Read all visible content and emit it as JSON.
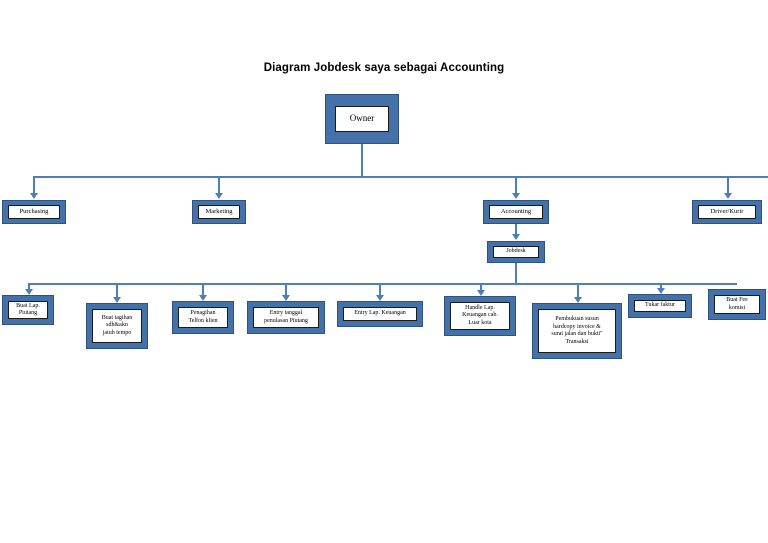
{
  "title": "Diagram Jobdesk saya sebagai Accounting",
  "colors": {
    "node_fill": "#4472a8",
    "node_inner": "#ffffff",
    "connector": "#4d7ebb",
    "text": "#000000",
    "background": "#ffffff"
  },
  "root": {
    "label": "Owner"
  },
  "departments": [
    {
      "label": "Purchasing"
    },
    {
      "label": "Marketing"
    },
    {
      "label": "Accounting"
    },
    {
      "label": "Driver/Kurir"
    }
  ],
  "subnode": {
    "label": "Jobdesk"
  },
  "tasks": [
    {
      "label": "Buat Lap.\nPiutang"
    },
    {
      "label": "Buat tagihan\nsdh&akn\njatuh tempo"
    },
    {
      "label": "Penagihan\nTelfon klien"
    },
    {
      "label": "Entry tanggal\npenulasan Piutang"
    },
    {
      "label": "Entry Lap. Keuangan"
    },
    {
      "label": "Handle Lap.\nKeuangan cab.\nLuar kota"
    },
    {
      "label": "Pembukuan susun\nhardcopy invoice &\nsurat jalan dan bukti\"\nTransaksi"
    },
    {
      "label": "Tukar faktur"
    },
    {
      "label": "Buat Fee\nkomisi"
    }
  ]
}
